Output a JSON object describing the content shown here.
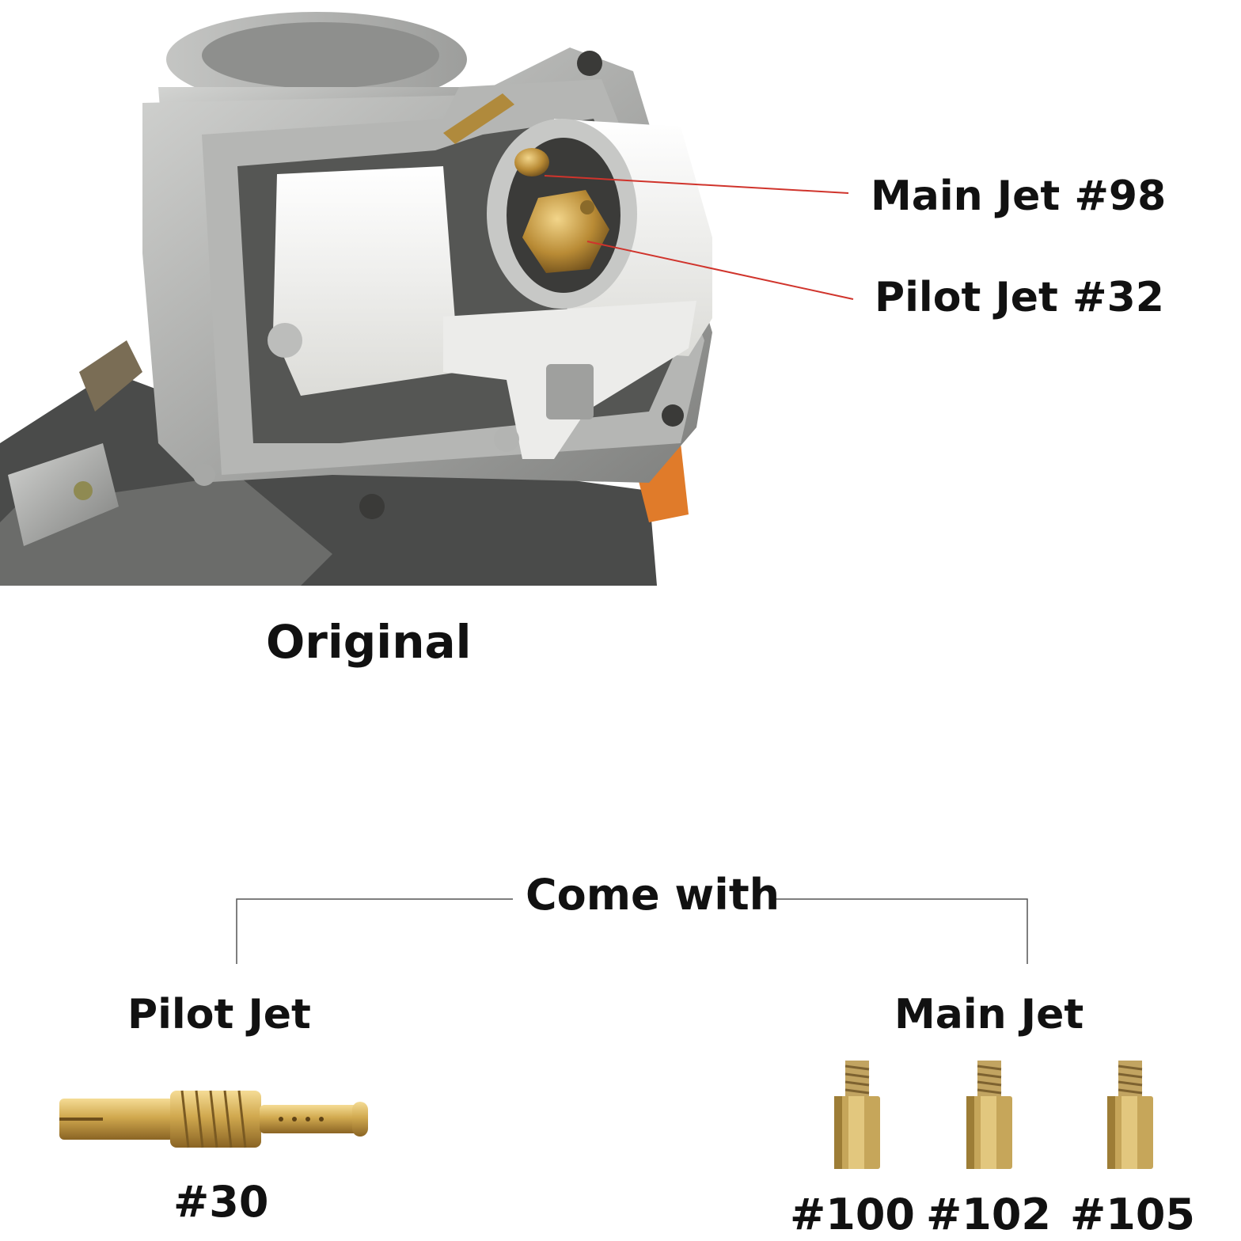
{
  "callouts": {
    "main_jet_original": "Main Jet #98",
    "pilot_jet_original": "Pilot Jet #32"
  },
  "original_caption": "Original",
  "come_with": {
    "title": "Come with",
    "pilot_jet": {
      "heading": "Pilot Jet",
      "sizes": [
        "#30"
      ]
    },
    "main_jet": {
      "heading": "Main Jet",
      "sizes": [
        "#100",
        "#102",
        "#105"
      ]
    }
  },
  "colors": {
    "callout_line": "#d0342c",
    "bracket_line": "#555555",
    "brass": "#c9a44e",
    "aluminum": "#b8b9b7",
    "plastic_white": "#f1f1ef"
  }
}
